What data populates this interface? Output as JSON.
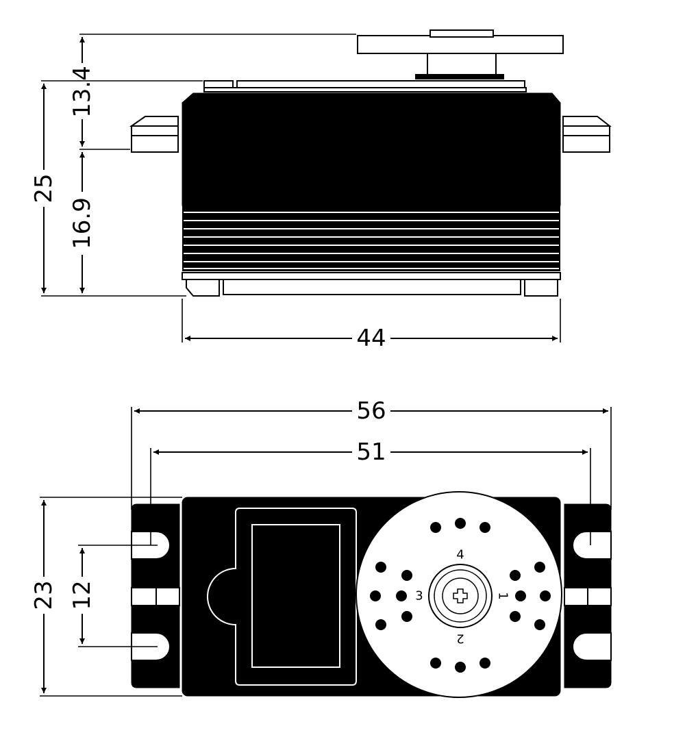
{
  "side_view": {
    "dim_total_height": "25",
    "dim_upper_height": "13.4",
    "dim_lower_height": "16.9",
    "dim_body_width": "44"
  },
  "top_view": {
    "dim_overall_length": "56",
    "dim_hole_spacing": "51",
    "dim_width": "23",
    "dim_hole_pitch": "12",
    "horn_labels": [
      "4",
      "3",
      "2",
      "1"
    ]
  },
  "colors": {
    "line": "#000000",
    "background": "#ffffff"
  }
}
